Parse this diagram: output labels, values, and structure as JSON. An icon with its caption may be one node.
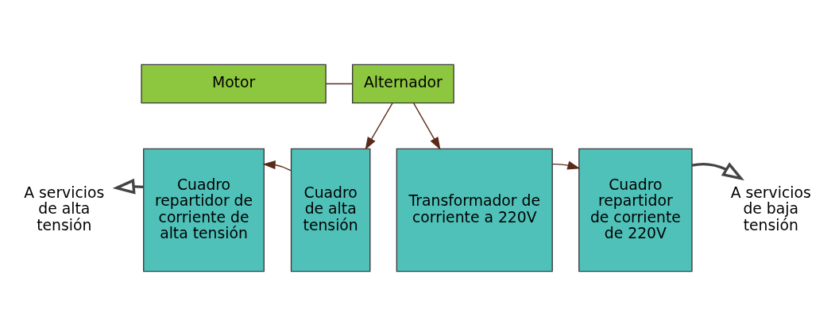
{
  "diagram": {
    "nodes": [
      {
        "text": [
          "Motor"
        ]
      },
      {
        "text": [
          "Alternador"
        ]
      },
      {
        "text": [
          "Cuadro repartidor de corriente de alta tensión"
        ]
      },
      {
        "text": [
          "Cuadro de alta tensión"
        ]
      },
      {
        "text": [
          "Transformador de corriente a 220V"
        ]
      },
      {
        "text": [
          "Cuadro repartidor de corriente de 220V"
        ]
      },
      {
        "text": [
          "A servicios de alta tensión"
        ]
      },
      {
        "text": [
          "A servicios de baja tensión"
        ]
      }
    ],
    "edges": [
      {
        "from": 0,
        "to": 1,
        "arrow": "none"
      },
      {
        "from": 1,
        "to": 3,
        "arrow": "to"
      },
      {
        "from": 1,
        "to": 4,
        "arrow": "to"
      },
      {
        "from": 3,
        "to": 2,
        "arrow": "to"
      },
      {
        "from": 4,
        "to": 5,
        "arrow": "to"
      },
      {
        "from": 2,
        "to": 6,
        "arrow": "to",
        "style": "thick"
      },
      {
        "from": 5,
        "to": 7,
        "arrow": "to",
        "style": "thick"
      }
    ]
  }
}
